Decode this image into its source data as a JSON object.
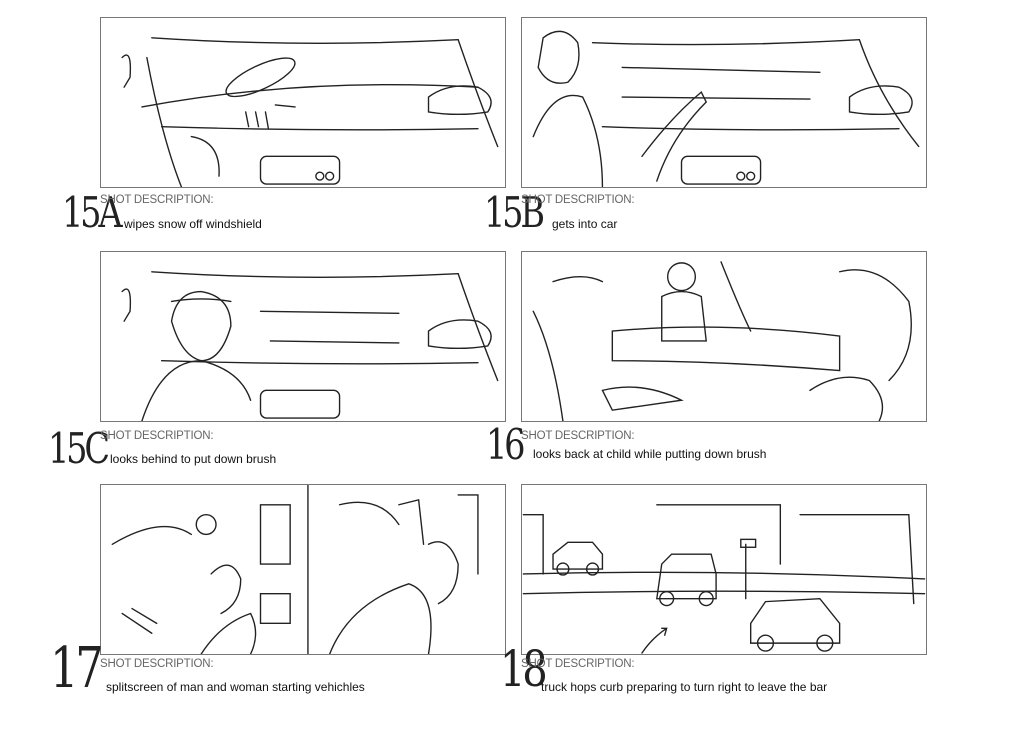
{
  "label": "SHOT DESCRIPTION:",
  "shots": [
    {
      "number": "15A",
      "description": "wipes snow off windshield"
    },
    {
      "number": "15B",
      "description": "gets into car"
    },
    {
      "number": "15C",
      "description": "looks behind to put down brush"
    },
    {
      "number": "16",
      "description": "looks back at child while putting down brush"
    },
    {
      "number": "17",
      "description": "splitscreen of man and woman starting vehichles"
    },
    {
      "number": "18",
      "description": "truck hops curb preparing to turn right to leave the bar"
    }
  ]
}
